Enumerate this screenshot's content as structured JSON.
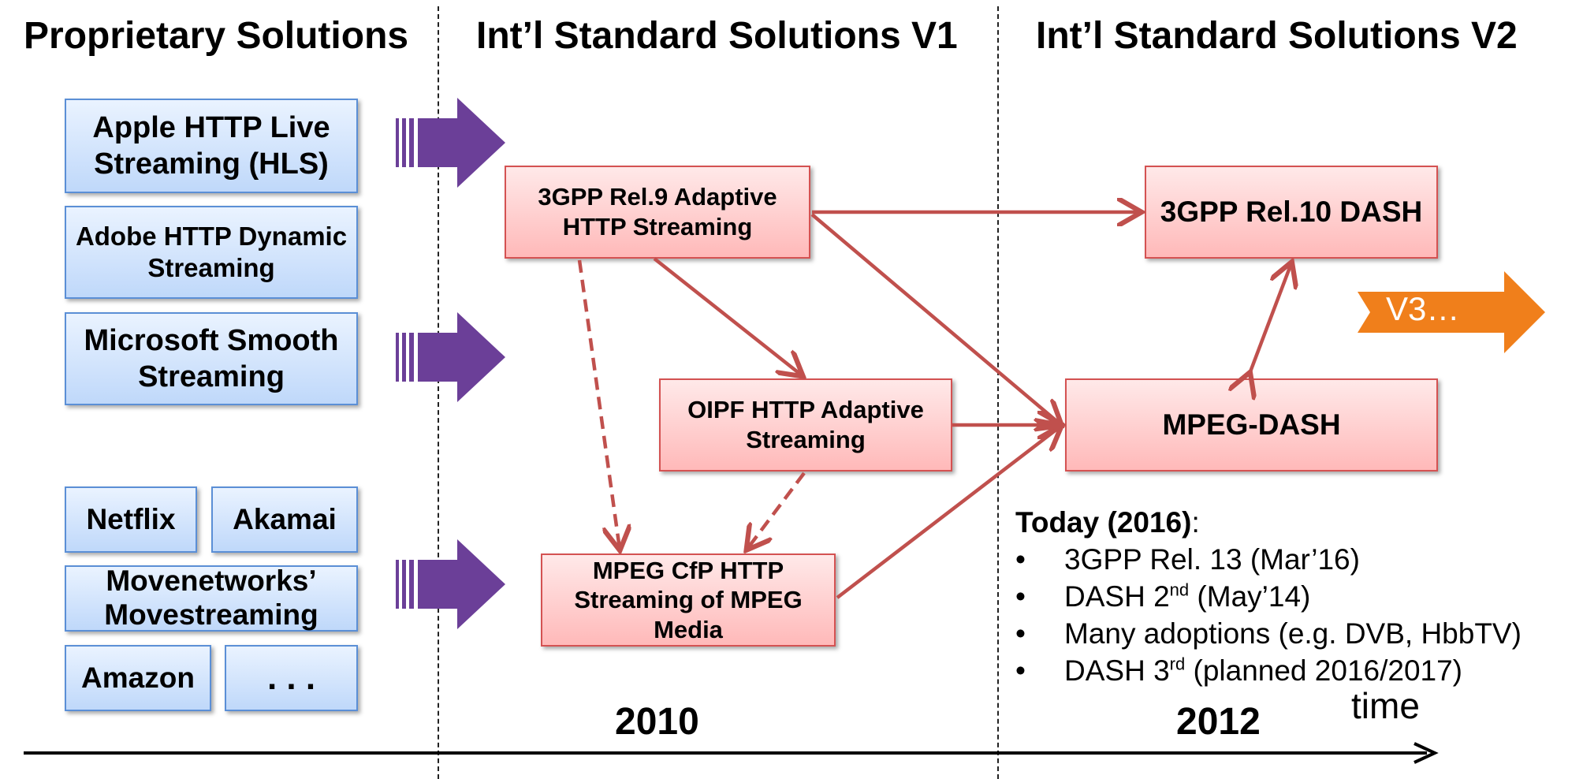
{
  "columns": {
    "proprietary": "Proprietary Solutions",
    "v1": "Int’l Standard Solutions V1",
    "v2": "Int’l Standard Solutions V2"
  },
  "proprietary_boxes": {
    "hls": "Apple HTTP Live Streaming (HLS)",
    "adobe": "Adobe HTTP Dynamic Streaming",
    "microsoft": "Microsoft Smooth Streaming",
    "netflix": "Netflix",
    "akamai": "Akamai",
    "movenetworks": "Movenetworks’ Movestreaming",
    "amazon": "Amazon",
    "ellipsis": ". . ."
  },
  "standard_boxes": {
    "gpp9": "3GPP Rel.9 Adaptive HTTP Streaming",
    "oipf": "OIPF HTTP Adaptive Streaming",
    "mpeg_cfp": "MPEG CfP HTTP Streaming of MPEG Media",
    "gpp10": "3GPP Rel.10 DASH",
    "mpeg_dash": "MPEG-DASH",
    "v3": "V3…"
  },
  "today": {
    "title": "Today (2016)",
    "colon": ":",
    "bullet": "•",
    "items": [
      {
        "text": "3GPP Rel. 13 (Mar’16)",
        "sup": "",
        "after": ""
      },
      {
        "text": "DASH 2",
        "sup": "nd",
        "after": " (May’14)"
      },
      {
        "text": "Many adoptions (e.g. DVB, HbbTV)",
        "sup": "",
        "after": ""
      },
      {
        "text": "DASH 3",
        "sup": "rd",
        "after": " (planned 2016/2017)"
      }
    ]
  },
  "timeline": {
    "year_2010": "2010",
    "year_2012": "2012",
    "label": "time"
  },
  "colors": {
    "purple_arrow": "#6b3f98",
    "red_arrow": "#c0504d",
    "orange_arrow": "#f07f1b",
    "blue_box_border": "#5b8fd6",
    "red_box_border": "#d45252"
  }
}
